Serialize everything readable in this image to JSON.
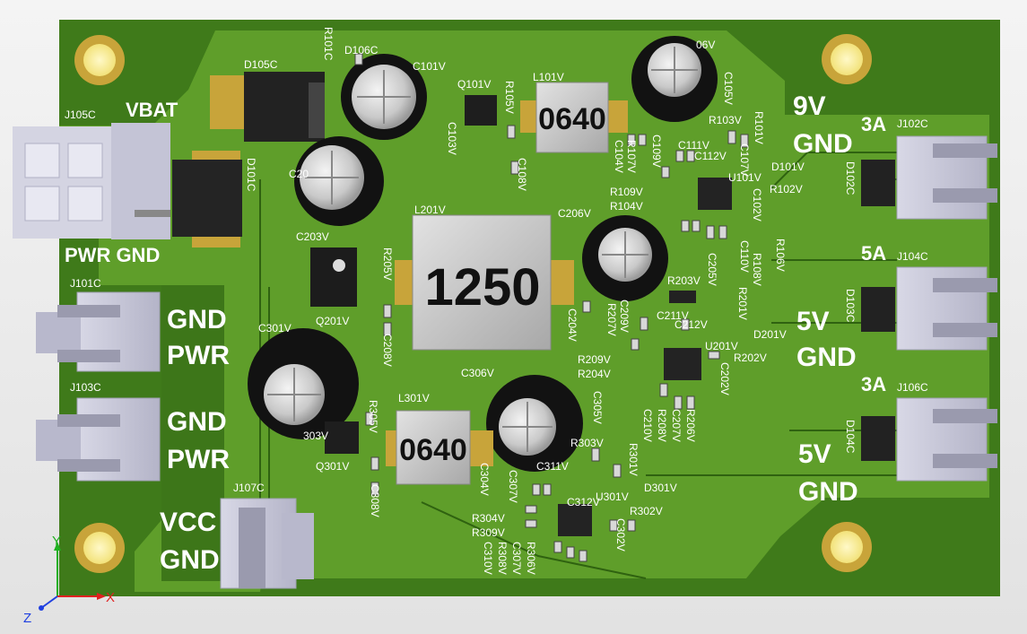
{
  "board": {
    "colors": {
      "board": "#4d8a20",
      "board_light": "#6fae38",
      "pad": "#c8a43a",
      "silk": "#ffffff",
      "connector": "#c9c9d8"
    },
    "power_labels": {
      "vbat": "VBAT",
      "pwr_gnd_bottom": "PWR GND",
      "left_gnd_1": "GND",
      "left_pwr_1": "PWR",
      "left_gnd_2": "GND",
      "left_pwr_2": "PWR",
      "vcc": "VCC",
      "vcc_gnd": "GND",
      "out1_v": "9V",
      "out1_gnd": "GND",
      "out1_a": "3A",
      "out2_a": "5A",
      "out2_v": "5V",
      "out2_gnd": "GND",
      "out3_a": "3A",
      "out3_v": "5V",
      "out3_gnd": "GND"
    },
    "chip_markings": {
      "l101": "0640",
      "l201": "1250",
      "l301": "0640"
    },
    "refdes": {
      "j105c": "J105C",
      "d105c": "D105C",
      "r101c": "R101C",
      "d106c": "D106C",
      "c101v": "C101V",
      "q101v": "Q101V",
      "r105v": "R105V",
      "l101v": "L101V",
      "c106v": "06V",
      "c105v": "C105V",
      "r103v": "R103V",
      "r101v": "R101V",
      "j102c": "J102C",
      "d101c": "D101C",
      "c103v": "C103V",
      "c108v": "C108V",
      "c104v": "C104V",
      "c109v": "C109V",
      "c111v": "C111V",
      "c112v": "C112V",
      "u101v": "U101V",
      "d101v": "D101V",
      "r102v": "R102V",
      "d102c": "D102C",
      "r107v": "R107V",
      "r109v": "R109V",
      "r104v": "R104V",
      "c102v": "C102V",
      "c107v": "C107V",
      "c201v": "C20",
      "l201v": "L201V",
      "c206v": "C206V",
      "c203v": "C203V",
      "r205v": "R205V",
      "r106v": "R106V",
      "j104c": "J104C",
      "r108v": "R108V",
      "c110v": "C110V",
      "r203v": "R203V",
      "c205v": "C205V",
      "r201v": "R201V",
      "d103c": "D103C",
      "q201v": "Q201V",
      "c208v": "C208V",
      "c204v": "C204V",
      "c209v": "C209V",
      "r207v": "R207V",
      "c211v": "C211V",
      "c212v": "C212V",
      "u201v": "U201V",
      "d201v": "D201V",
      "c301v": "C301V",
      "r209v": "R209V",
      "r204v": "R204V",
      "r202v": "R202V",
      "j101c": "J101C",
      "c306v": "C306V",
      "c202v": "C202V",
      "j106c": "J106C",
      "j103c": "J103C",
      "l301v": "L301V",
      "c305v": "C305V",
      "r208v": "R208V",
      "c210v": "C210V",
      "c207v": "C207V",
      "r206v": "R206V",
      "r305v": "R305V",
      "c303v": "303V",
      "q301v": "Q301V",
      "r303v": "R303V",
      "r301v": "R301V",
      "d104c": "D104C",
      "c304v": "C304V",
      "c311v": "C311V",
      "d301v": "D301V",
      "c307v": "C307V",
      "u301v": "U301V",
      "c312v": "C312V",
      "r302v": "R302V",
      "c308v": "C308V",
      "j107c": "J107C",
      "r304v": "R304V",
      "r309v": "R309V",
      "c310v": "C310V",
      "r308v": "R308V",
      "c307v_b": "C307V",
      "r306v": "R306V",
      "c302v": "C302V"
    }
  },
  "axes": {
    "x": "X",
    "y": "Y",
    "z": "Z",
    "x_color": "#e02020",
    "y_color": "#20b020",
    "z_color": "#2040e0"
  }
}
